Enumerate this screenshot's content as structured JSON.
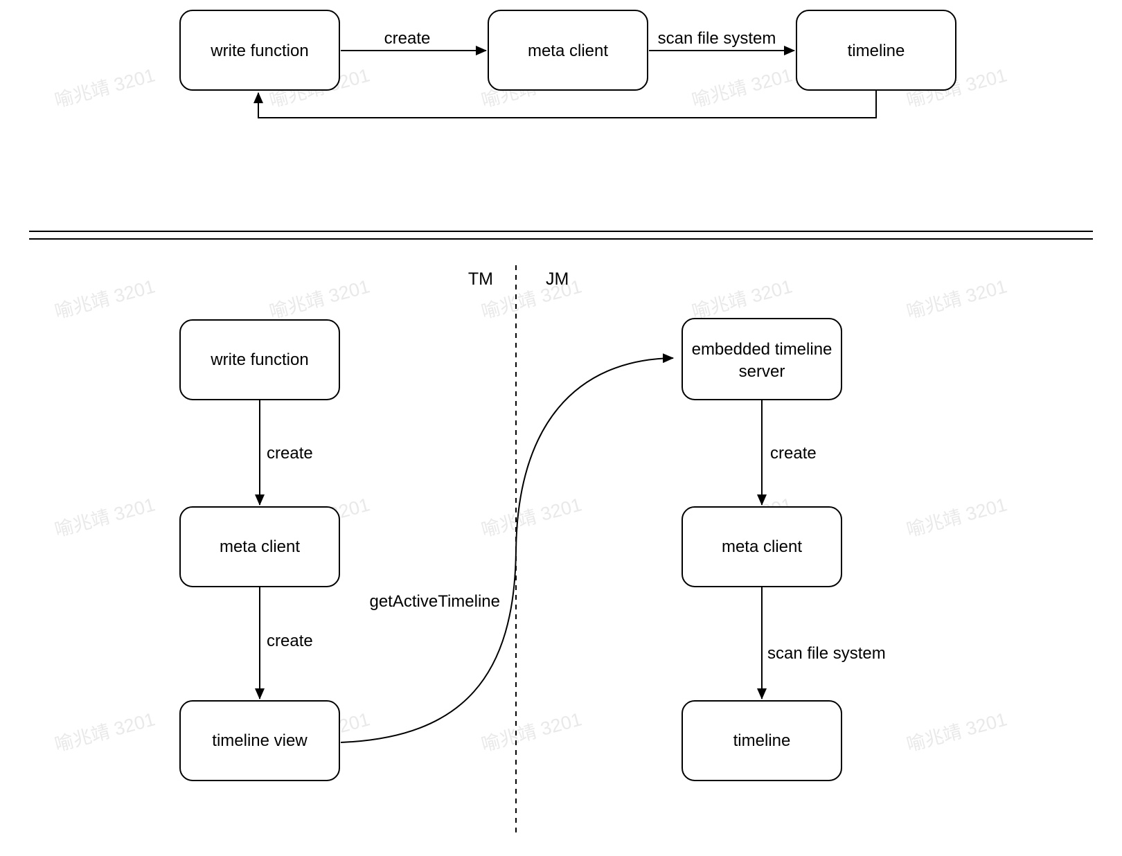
{
  "watermark": {
    "text": "喻兆靖 3201"
  },
  "top": {
    "nodes": {
      "write_function": "write function",
      "meta_client": "meta client",
      "timeline": "timeline"
    },
    "edges": {
      "create": "create",
      "scan_file_system": "scan file system"
    }
  },
  "bottom": {
    "lanes": {
      "tm": "TM",
      "jm": "JM"
    },
    "left": {
      "write_function": "write function",
      "meta_client": "meta client",
      "timeline_view": "timeline view",
      "create1": "create",
      "create2": "create"
    },
    "right": {
      "embedded_timeline_server_line1": "embedded timeline",
      "embedded_timeline_server_line2": "server",
      "meta_client": "meta client",
      "timeline": "timeline",
      "create": "create",
      "scan_file_system": "scan file system"
    },
    "cross_edge": {
      "label": "getActiveTimeline"
    }
  }
}
